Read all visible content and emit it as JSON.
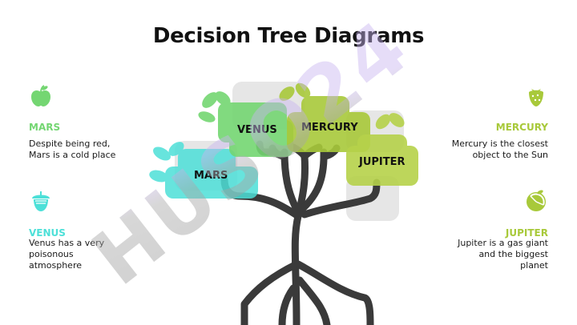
{
  "title": "Decision Tree Diagrams",
  "watermark": "HUSO24",
  "colors": {
    "mars": "#4de0d8",
    "venus": "#74d672",
    "mercury": "#a8c93a",
    "jupiter": "#b6d24a",
    "trunk": "#3a3a3a",
    "backdrop": "#e3e3e3"
  },
  "left_items": [
    {
      "heading": "MARS",
      "text": "Despite being red, Mars is a cold place",
      "icon": "apple-icon"
    },
    {
      "heading": "VENUS",
      "text": "Venus has a very poisonous atmosphere",
      "icon": "acorn-icon"
    }
  ],
  "right_items": [
    {
      "heading": "MERCURY",
      "text": "Mercury is the closest object to the Sun",
      "icon": "strawberry-icon"
    },
    {
      "heading": "JUPITER",
      "text": "Jupiter is a gas giant and the biggest planet",
      "icon": "lemon-icon"
    }
  ],
  "nodes": {
    "venus": "VENUS",
    "mercury": "MERCURY",
    "mars": "MARS",
    "jupiter": "JUPITER"
  }
}
